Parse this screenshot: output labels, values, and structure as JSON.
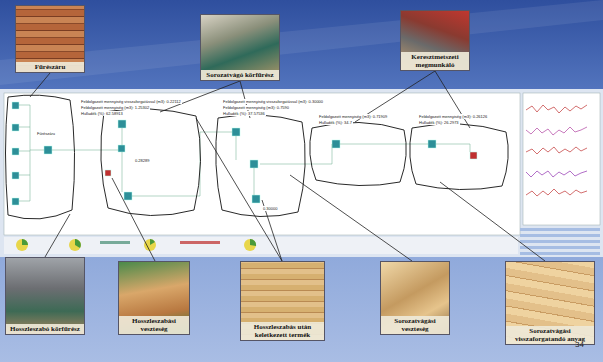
{
  "diagram": {
    "nodes": [
      {
        "text": [
          "Fűrészáru"
        ]
      },
      {
        "text": [
          "Sorozatvágó körfűrész"
        ]
      },
      {
        "text": [
          "Keresztmetszeti megmunkáló"
        ]
      },
      {
        "text": [
          "Hosszleszabó körfűrész"
        ]
      },
      {
        "text": [
          "Hosszleszabási veszteség"
        ]
      },
      {
        "text": [
          "Hosszleszabás után keletkezett termék"
        ]
      },
      {
        "text": [
          "Sorozatvágási veszteség"
        ]
      },
      {
        "text": [
          "Sorozatvágási visszaforgatandó anyag"
        ]
      }
    ],
    "labels": [
      "Fűrészáru",
      "Feldolgozott mennyiség visszaforgatással (m3): 0.22112",
      "Feldolgozott mennyiség (m3): 1.25302",
      "Hulladék (%): 62.58913",
      "Feldolgozott mennyiség visszaforgatással (m3): 0.30000",
      "Feldolgozott mennyiség (m3): 0.7590",
      "Hulladék (%): 37.57536",
      "Feldolgozott mennyiség (m3): 0.71909",
      "Hulladék (%): 34.7",
      "Feldolgozott mennyiség (m3): 0.26126",
      "Hulladék (%): 26.2973",
      "0.28289",
      "0.30000",
      "34"
    ]
  }
}
